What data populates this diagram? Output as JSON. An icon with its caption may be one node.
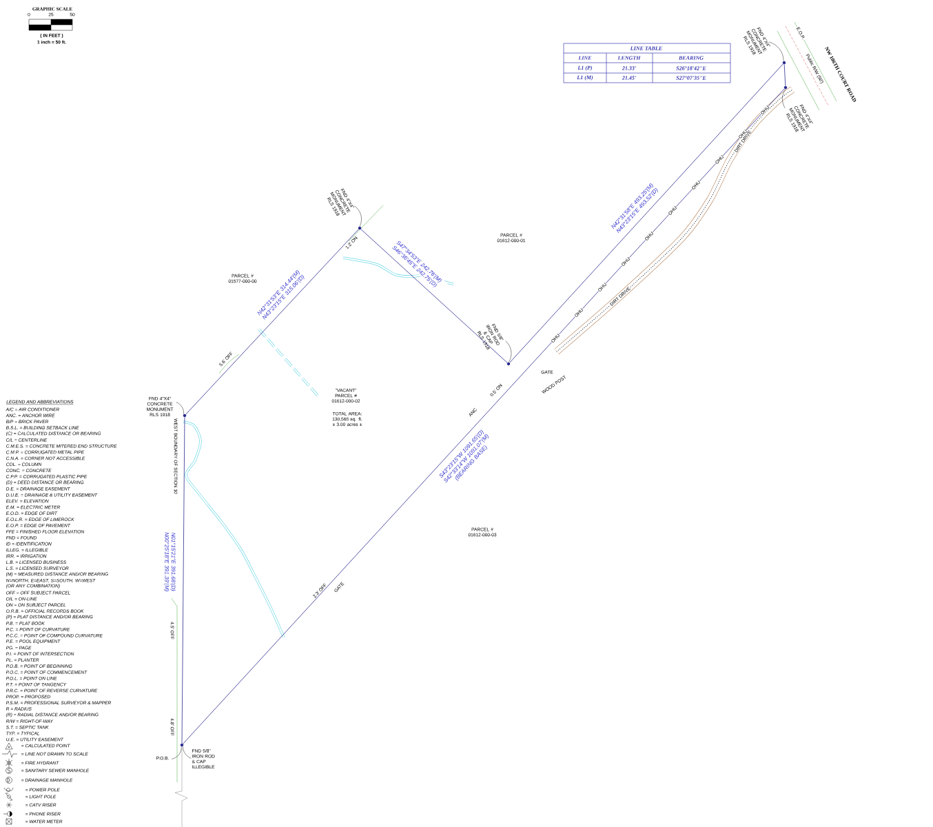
{
  "diagram": {
    "nodes": [
      {
        "text": [],
        "shape": "circle"
      },
      {
        "text": [
          "P.O.B."
        ]
      },
      {
        "text": [
          "FND 5/8\" IRON ROD & CAP ILLEGIBLE"
        ]
      },
      {
        "text": [],
        "shape": "circle"
      },
      {
        "text": [
          "FND 4\"X4\" CONCRETE MONUMENT RLS 1918"
        ]
      },
      {
        "text": [],
        "shape": "circle"
      },
      {
        "text": [
          "FND 4\"X4\" CONCRETE MONUMENT RLS 1918"
        ]
      },
      {
        "text": [],
        "shape": "circle"
      },
      {
        "text": [
          "FND 5/8\" IRON ROD & CAP RLS 1918"
        ]
      },
      {
        "text": [],
        "shape": "circle"
      },
      {
        "text": [
          "FND 4\"X4\" CONCRETE MONUMENT RLS 1918"
        ]
      },
      {
        "text": [],
        "shape": "circle"
      },
      {
        "text": [
          "FND 4\"X4\" CONCRETE MONUMENT RLS 1918"
        ]
      }
    ],
    "edges": [
      {
        "from": 0,
        "to": 3,
        "arrow": "none",
        "label": "N01°15'21\"E 391.68'(D) N00°25'18\"E 391.39'(M)",
        "color": "#2b2b8f"
      },
      {
        "from": 3,
        "to": 5,
        "arrow": "none",
        "label": "N42°31'53\"E 314.44'(M) N43°23'15\"E 315.06'(D)",
        "color": "#2b2b8f"
      },
      {
        "from": 5,
        "to": 7,
        "arrow": "none",
        "label": "S47°34'53\"E 242.76'(M) S46°36'45\"E 242.75'(D)",
        "color": "#2b2b8f"
      },
      {
        "from": 7,
        "to": 9,
        "arrow": "none",
        "label": "N42°31'58\"E 493.25'(M) N43°23'15\"E 493.52'(D)",
        "color": "#2b2b8f"
      },
      {
        "from": 9,
        "to": 11,
        "arrow": "none",
        "color": "#2b2b8f"
      },
      {
        "from": 11,
        "to": 0,
        "arrow": "none",
        "label": "S43°23'15\"W 1091.65'(D) S42°33'14\"W 1091.07'(M) (BEARING BASE)",
        "color": "#2b2b8f"
      },
      {
        "from": 1,
        "to": 0,
        "arrow": "none"
      },
      {
        "from": 2,
        "to": 0,
        "arrow": "none"
      },
      {
        "from": 4,
        "to": 3,
        "arrow": "none"
      },
      {
        "from": 6,
        "to": 5,
        "arrow": "none"
      },
      {
        "from": 8,
        "to": 7,
        "arrow": "none"
      },
      {
        "from": 10,
        "to": 9,
        "arrow": "none"
      },
      {
        "from": 12,
        "to": 11,
        "arrow": "none"
      }
    ],
    "labels": [
      "GRAPHIC SCALE",
      "0",
      "25",
      "50",
      "( IN FEET )",
      "1 inch = 50 ft.",
      "LINE TABLE",
      "LINE",
      "LENGTH",
      "BEARING",
      "L1 (P)",
      "21.33'",
      "S26°18'42\"E",
      "L1 (M)",
      "21.45'",
      "S27°07'35\"E",
      "NW 106TH COURT ROAD",
      "Public R/W (50')",
      "E.O.P.",
      "PARCEL # 01577-000-00",
      "PARCEL # 01612-000-01",
      "\"VACANT\" PARCEL # 01612-000-02",
      "TOTAL AREA: 130,568 sq. ft. ± 3.00 acres ±",
      "PARCEL # 01612-000-03",
      "WEST BOUNDARY OF SECTION 10",
      "1.2' ON",
      "5.6' OFF",
      "4.5' OFF",
      "4.8' OFF",
      "2.3' OFF",
      "GATE",
      "0.5' ON",
      "ANC",
      "GATE",
      "WOOD POST",
      "DIRT DRIVE",
      "DIRT DRIVE",
      "OHU",
      "OHU",
      "OHU",
      "OHU",
      "OHU",
      "OHU",
      "OHU",
      "OHU",
      "OHU",
      "OHU",
      "LEGEND AND ABBREVIATIONS"
    ],
    "legend": [
      {
        "text": "A/C = AIR CONDITIONER"
      },
      {
        "text": "ANC. = ANCHOR WIRE"
      },
      {
        "text": "B/P = BRICK PAVER"
      },
      {
        "text": "B.S.L. = BUILDING SETBACK LINE"
      },
      {
        "text": "(C) = CALCULATED DISTANCE OR BEARING"
      },
      {
        "text": "C/L = CENTERLINE"
      },
      {
        "text": "C.M.E.S. = CONCRETE MITERED END STRUCTURE"
      },
      {
        "text": "C.M.P. = CORRUGATED METAL PIPE"
      },
      {
        "text": "C.N.A. = CORNER NOT ACCESSIBLE"
      },
      {
        "text": "COL. = COLUMN"
      },
      {
        "text": "CONC. = CONCRETE"
      },
      {
        "text": "C.P.P. = CORRUGATED PLASTIC PIPE"
      },
      {
        "text": "(D) = DEED DISTANCE OR BEARING"
      },
      {
        "text": "D.E. = DRAINAGE EASEMENT"
      },
      {
        "text": "D.U.E. = DRAINAGE & UTILITY EASEMENT"
      },
      {
        "text": "ELEV. = ELEVATION"
      },
      {
        "text": "E.M. = ELECTRIC METER"
      },
      {
        "text": "E.O.D. = EDGE OF DIRT"
      },
      {
        "text": "E.O.L.R. = EDGE OF LIMEROCK"
      },
      {
        "text": "E.O.P. = EDGE OF PAVEMENT"
      },
      {
        "text": "FFE = FINISHED FLOOR ELEVATION"
      },
      {
        "text": "FND = FOUND"
      },
      {
        "text": "ID = IDENTIFICATION"
      },
      {
        "text": "ILLEG. = ILLEGIBLE"
      },
      {
        "text": "IRR. = IRRIGATION"
      },
      {
        "text": "L.B. = LICENSED BUSINESS"
      },
      {
        "text": "L.S. = LICENSED SURVEYOR"
      },
      {
        "text": "(M) = MEASURED DISTANCE AND/OR BEARING"
      },
      {
        "text": "N=NORTH, E=EAST, S=SOUTH, W=WEST (OR ANY COMBINATION)"
      },
      {
        "text": "OFF = OFF SUBJECT PARCEL"
      },
      {
        "text": "O/L = ON-LINE"
      },
      {
        "text": "ON = ON SUBJECT PARCEL"
      },
      {
        "text": "O.R.B. = OFFICIAL RECORDS BOOK"
      },
      {
        "text": "(P) = PLAT DISTANCE AND/OR BEARING"
      },
      {
        "text": "P.B. = PLAT BOOK"
      },
      {
        "text": "P.C. = POINT OF CURVATURE"
      },
      {
        "text": "P.C.C. = POINT OF COMPOUND CURVATURE"
      },
      {
        "text": "P.E. = POOL EQUIPMENT"
      },
      {
        "text": "PG. = PAGE"
      },
      {
        "text": "P.I. = POINT OF INTERSECTION"
      },
      {
        "text": "PL. = PLANTER"
      },
      {
        "text": "P.O.B. = POINT OF BEGINNING"
      },
      {
        "text": "P.O.C. = POINT OF COMMENCEMENT"
      },
      {
        "text": "P.O.L. = POINT ON LINE"
      },
      {
        "text": "P.T. = POINT OF TANGENCY"
      },
      {
        "text": "P.R.C. = POINT OF REVERSE CURVATURE"
      },
      {
        "text": "PROP. = PROPOSED"
      },
      {
        "text": "P.S.M. = PROFESSIONAL SURVEYOR & MAPPER"
      },
      {
        "text": "R = RADIUS"
      },
      {
        "text": "(R) = RADIAL DISTANCE AND/OR BEARING"
      },
      {
        "text": "R/W = RIGHT-OF-WAY"
      },
      {
        "text": "S.T. = SEPTIC TANK"
      },
      {
        "text": "TYP. = TYPICAL"
      },
      {
        "text": "U.E. = UTILITY EASEMENT"
      },
      {
        "text": "= CALCULATED POINT"
      },
      {
        "text": "= LINE NOT DRAWN TO SCALE"
      },
      {
        "text": "= FIRE HYDRANT"
      },
      {
        "text": "= SANITARY SEWER MANHOLE"
      },
      {
        "text": "= DRAINAGE MANHOLE"
      },
      {
        "text": "= POWER POLE"
      },
      {
        "text": "= LIGHT POLE"
      },
      {
        "text": "= CATV RISER"
      },
      {
        "text": "= PHONE RISER"
      },
      {
        "text": "= WATER METER"
      }
    ]
  }
}
